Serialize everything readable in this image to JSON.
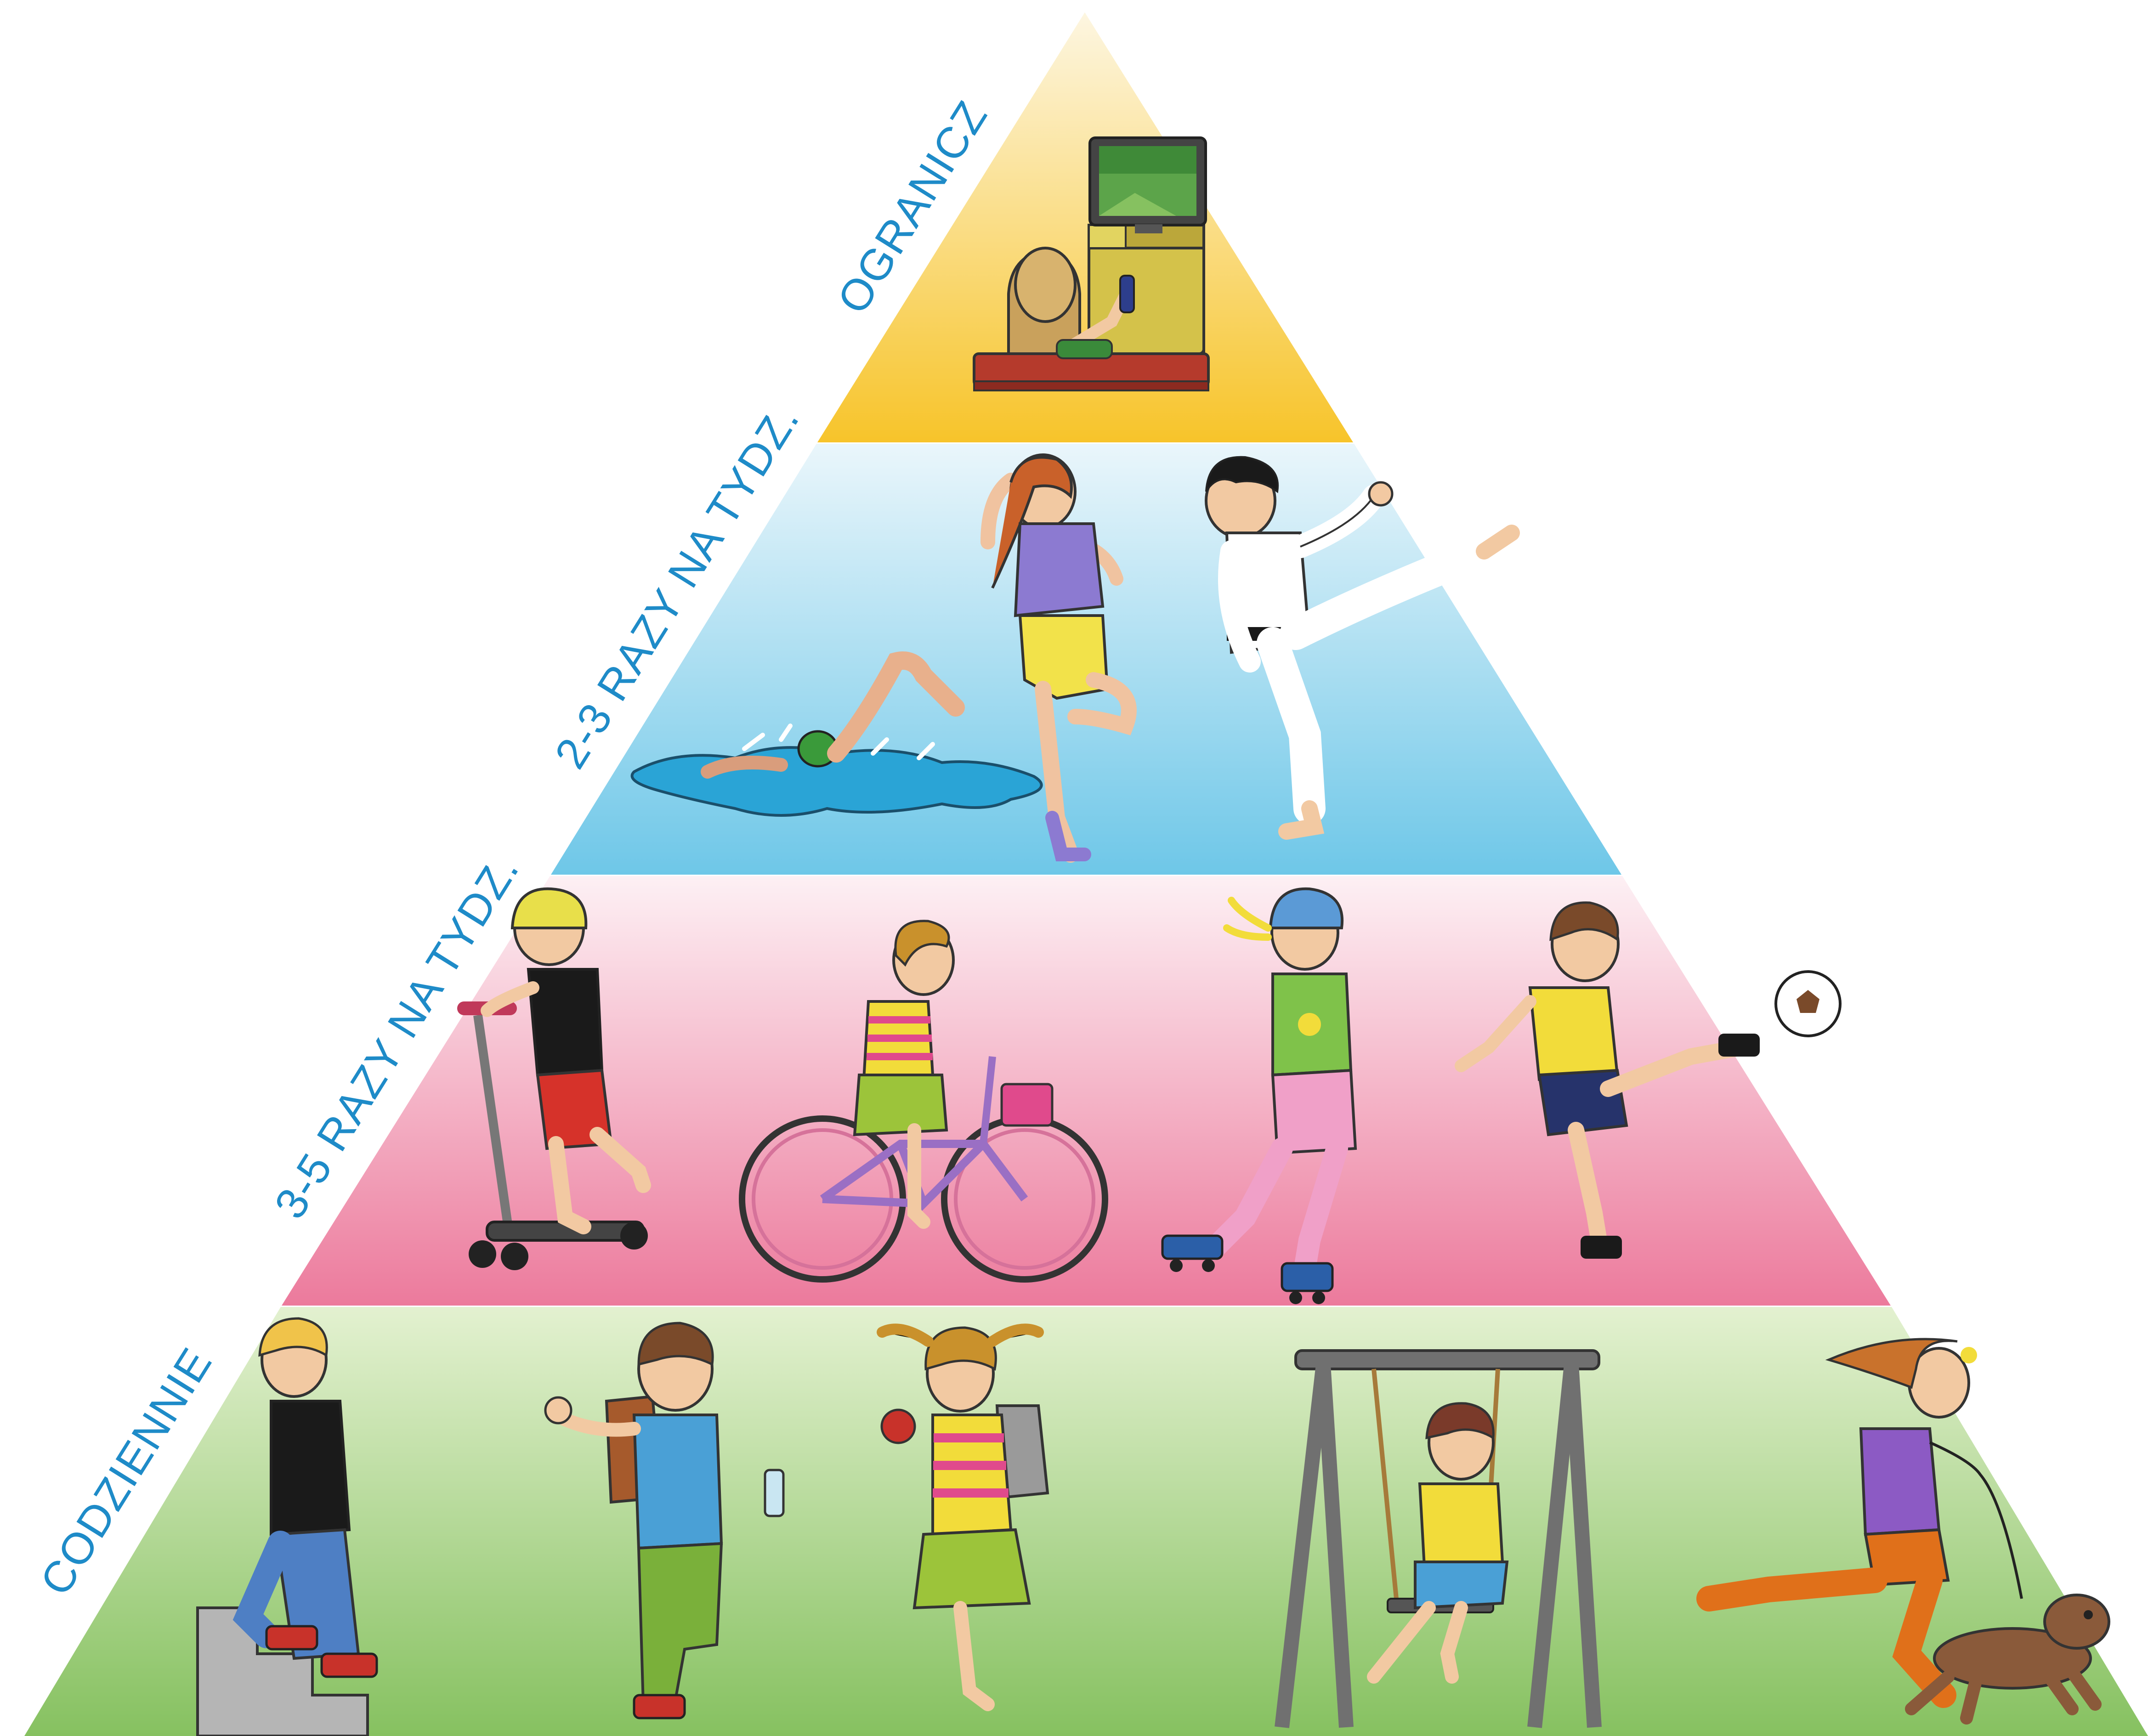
{
  "tiers": [
    {
      "id": "limit",
      "label": "OGRANICZ",
      "color_top": "#fdf6e1",
      "color_bottom": "#f7c42a",
      "activities": [
        "watching-tv"
      ]
    },
    {
      "id": "two-three-week",
      "label": "2-3 RAZY NA TYDZ.",
      "color_top": "#eaf6fb",
      "color_bottom": "#6ec7e8",
      "activities": [
        "swimming",
        "dancing",
        "karate"
      ]
    },
    {
      "id": "three-five-week",
      "label": "3-5 RAZY NA TYDZ.",
      "color_top": "#fdf0f4",
      "color_bottom": "#ec7a9c",
      "activities": [
        "scooter",
        "cycling",
        "roller-skating",
        "football"
      ]
    },
    {
      "id": "daily",
      "label": "CODZIENNIE",
      "color_top": "#e3f1d0",
      "color_bottom": "#86c160",
      "activities": [
        "climbing-stairs",
        "walking-to-school",
        "walking-with-apple",
        "swinging",
        "walking-dog"
      ]
    }
  ],
  "label_color": "#1e8bc8"
}
